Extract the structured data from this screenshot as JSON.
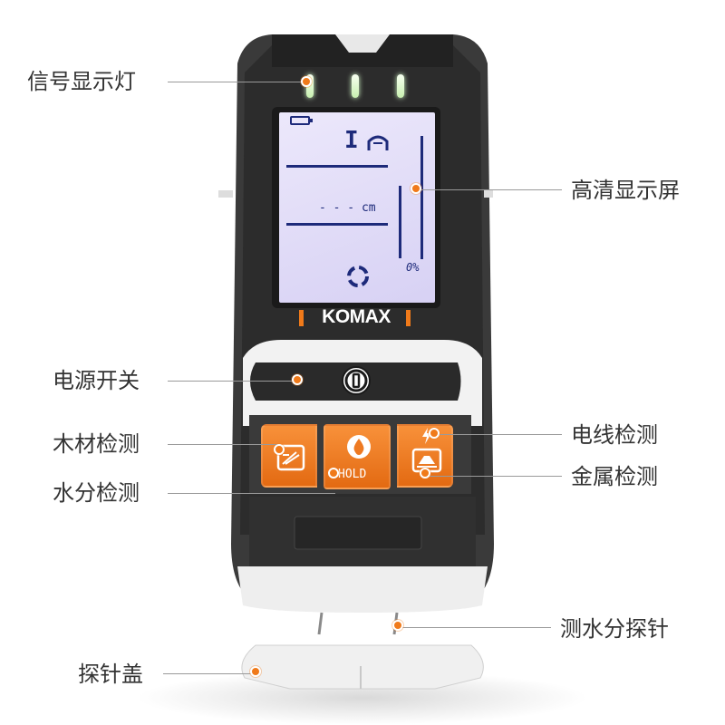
{
  "callouts": {
    "signal_lights": "信号显示灯",
    "hd_display": "高清显示屏",
    "power_switch": "电源开关",
    "wood_detect": "木材检测",
    "wire_detect": "电线检测",
    "metal_detect": "金属检测",
    "moisture_detect": "水分检测",
    "moisture_probe": "测水分探针",
    "probe_cover": "探针盖"
  },
  "device": {
    "brand": "KOMAX",
    "hold_label": "HOLD",
    "lcd": {
      "unit": "- - - cm",
      "percent": "0%",
      "mode_symbol": "I"
    }
  },
  "colors": {
    "accent": "#f07a1a",
    "body": "#2b2b2b",
    "lcd_bg": "#e3def8",
    "lcd_ink": "#1d2a7a"
  }
}
